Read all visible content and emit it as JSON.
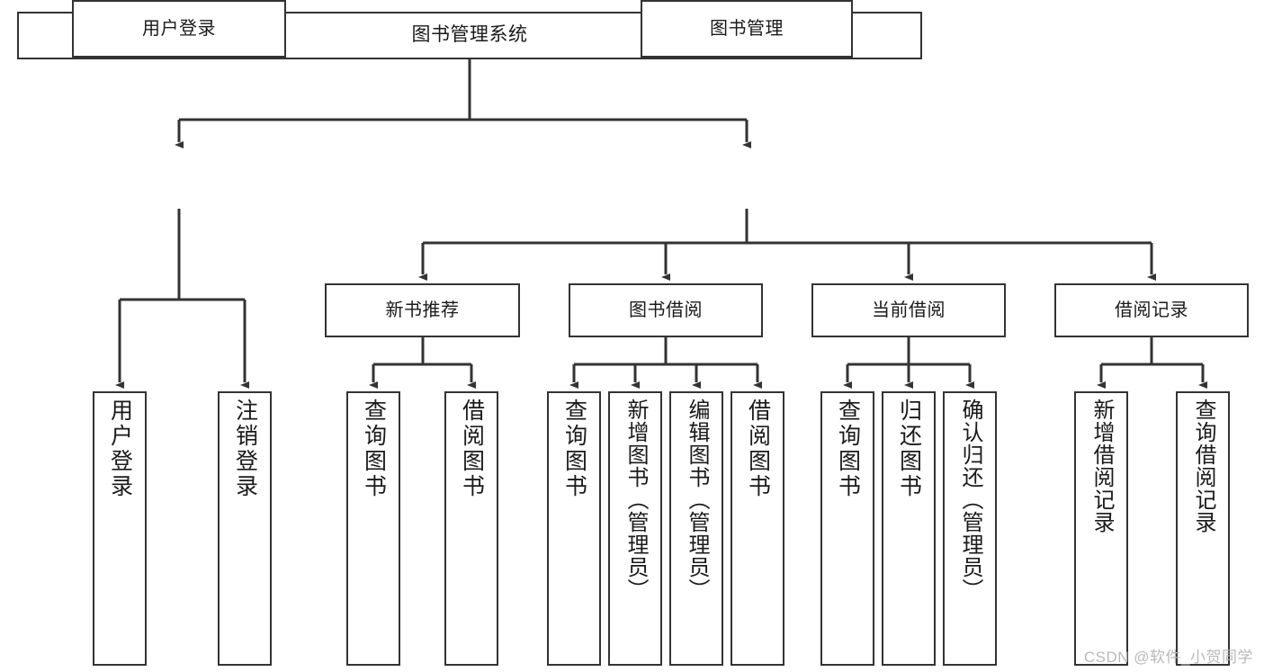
{
  "diagram": {
    "title": "图书管理系统",
    "root": {
      "label": "图书管理系统"
    },
    "level2": [
      {
        "label": "用户登录"
      },
      {
        "label": "图书管理"
      }
    ],
    "level3": [
      {
        "label": "新书推荐"
      },
      {
        "label": "图书借阅"
      },
      {
        "label": "当前借阅"
      },
      {
        "label": "借阅记录"
      }
    ],
    "leaves": [
      {
        "label": "用户登录"
      },
      {
        "label": "注销登录"
      },
      {
        "label": "查询图书"
      },
      {
        "label": "借阅图书"
      },
      {
        "label": "查询图书"
      },
      {
        "label": "新增图书（管理员）"
      },
      {
        "label": "编辑图书（管理员）"
      },
      {
        "label": "借阅图书"
      },
      {
        "label": "查询图书"
      },
      {
        "label": "归还图书"
      },
      {
        "label": "确认归还（管理员）"
      },
      {
        "label": "新增借阅记录"
      },
      {
        "label": "查询借阅记录"
      }
    ],
    "colors": {
      "box_border": "#333333",
      "box_fill": "#ffffff",
      "connector": "#333333",
      "text": "#1a1a1a",
      "watermark": "#b9b9b9",
      "background": "#ffffff"
    }
  },
  "watermark": {
    "text": "CSDN @软件_小贺同学"
  }
}
